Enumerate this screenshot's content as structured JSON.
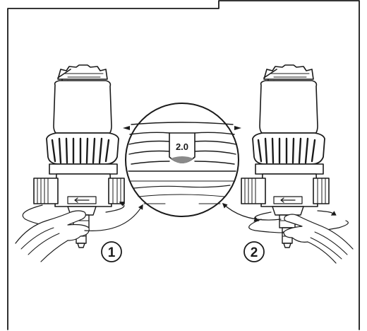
{
  "magnifier": {
    "setting_value": "2.0"
  },
  "steps": [
    {
      "number": "1"
    },
    {
      "number": "2"
    }
  ],
  "colors": {
    "line": "#1a1a1a",
    "indicator_fill": "#8a8a8a",
    "background": "#ffffff"
  }
}
